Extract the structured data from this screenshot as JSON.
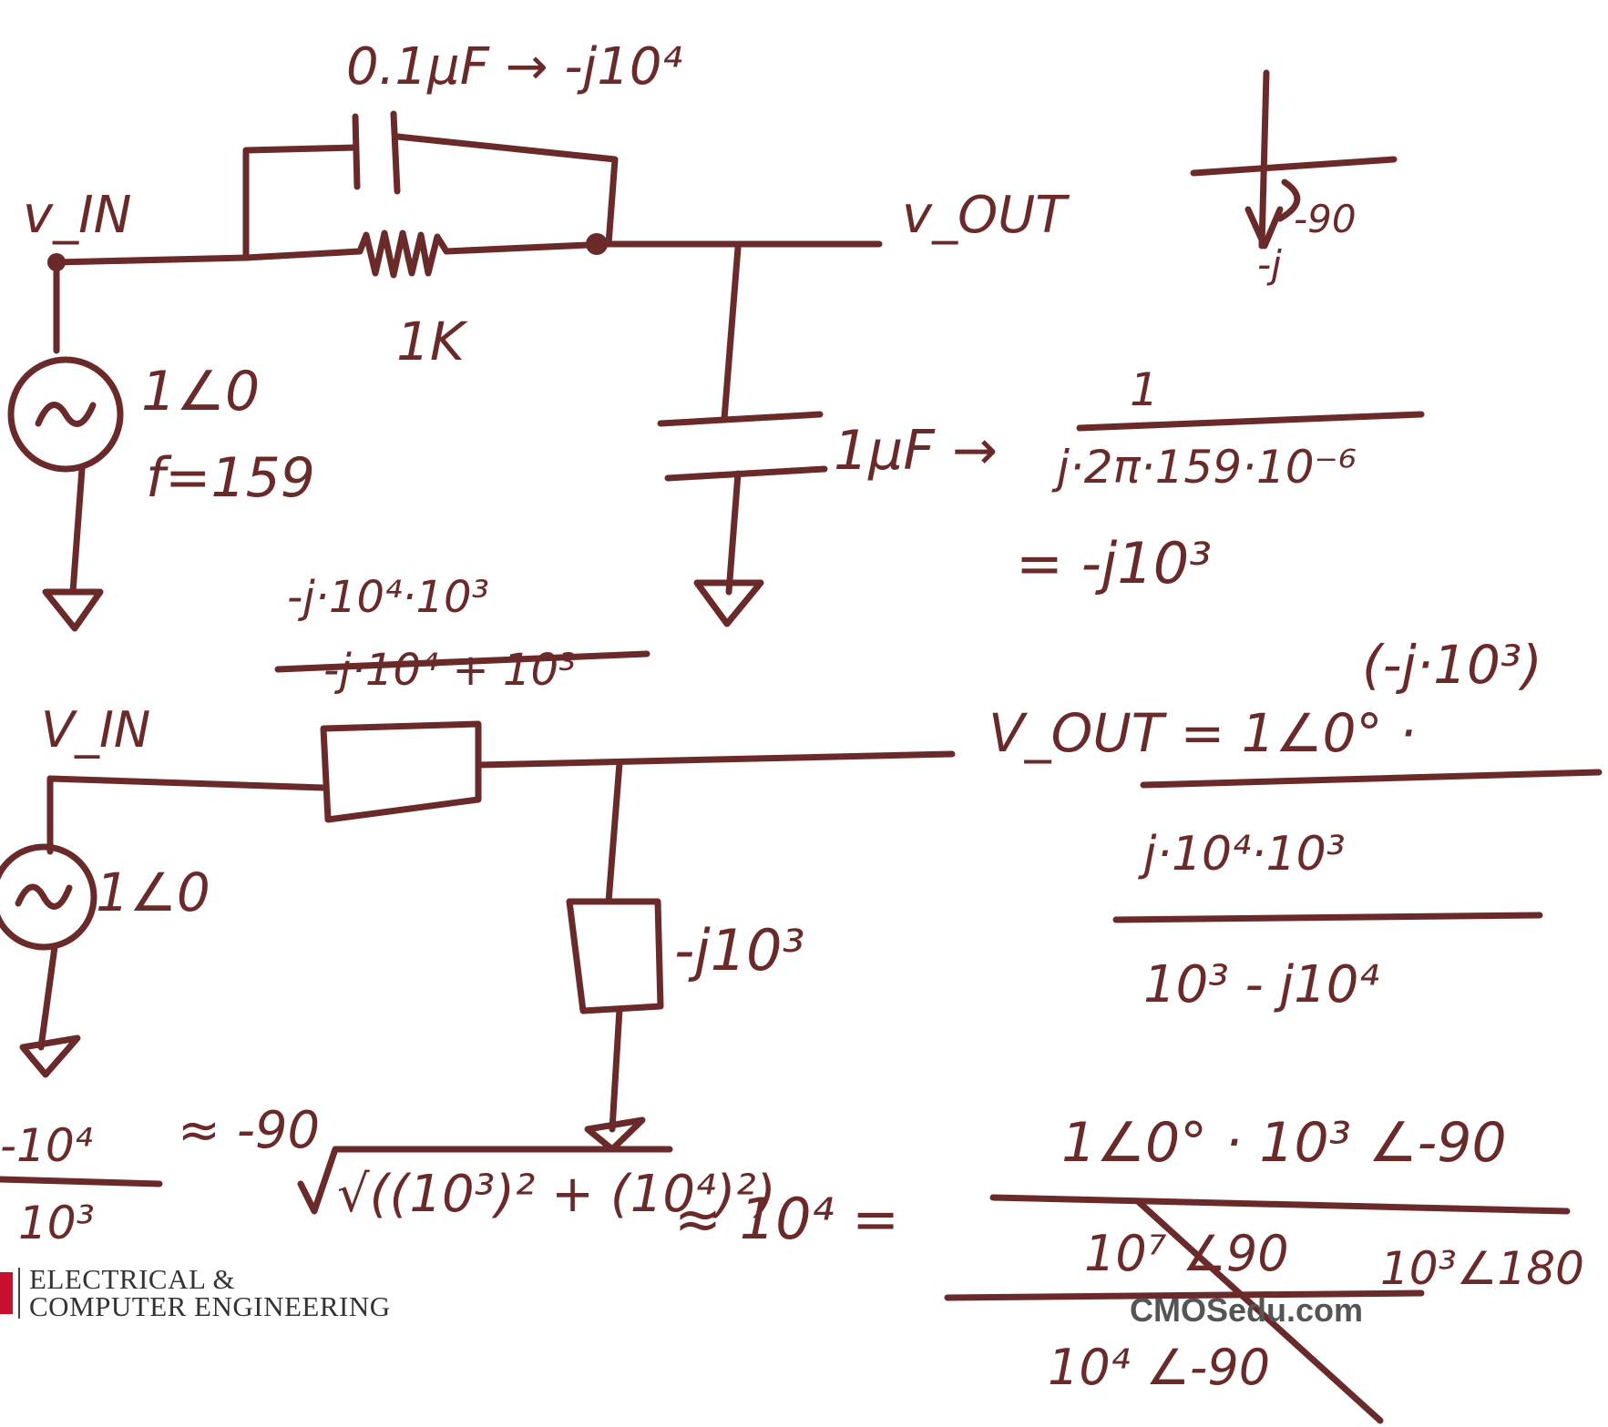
{
  "top_circuit": {
    "cap_top_label": "0.1μF → -j10⁴",
    "input_label": "v_IN",
    "output_label": "v_OUT",
    "resistor_label": "1K",
    "source_label": "1∠0",
    "frequency_label": "f=159",
    "cap_shunt_label": "1μF →",
    "phase_sketch_label": "-90",
    "phase_sketch_j": "-j"
  },
  "cap_impedance": {
    "numerator": "1",
    "denominator": "j·2π·159·10⁻⁶",
    "result": "= -j10³"
  },
  "bottom_circuit": {
    "parallel_numerator": "-j·10⁴·10³",
    "parallel_denominator": "-j·10⁴ + 10³",
    "input_label": "V_IN",
    "source_label": "1∠0",
    "shunt_label": "-j10³"
  },
  "vout_equation": {
    "lhs": "V_OUT = 1∠0° ·",
    "numerator": "(-j·10³)",
    "inner_numerator": "j·10⁴·10³",
    "inner_denominator": "10³ - j10⁴"
  },
  "bottom_notes": {
    "angle_numerator": "-10⁴",
    "angle_denominator": "10³",
    "angle_result": "≈ -90",
    "magnitude_expr": "√((10³)² + (10⁴)²)",
    "magnitude_result": "≈ 10⁴ =",
    "final_numerator": "1∠0° · 10³ ∠-90",
    "final_denominator_top": "10⁷ ∠90",
    "final_denominator_bottom": "10⁴ ∠-90",
    "final_result": "10³∠180"
  },
  "footer": {
    "department": [
      "ELECTRICAL &",
      "COMPUTER ENGINEERING"
    ],
    "website": "CMOSedu.com"
  },
  "colors": {
    "ink": "#6a2a2a",
    "logo_red": "#c8102e"
  }
}
